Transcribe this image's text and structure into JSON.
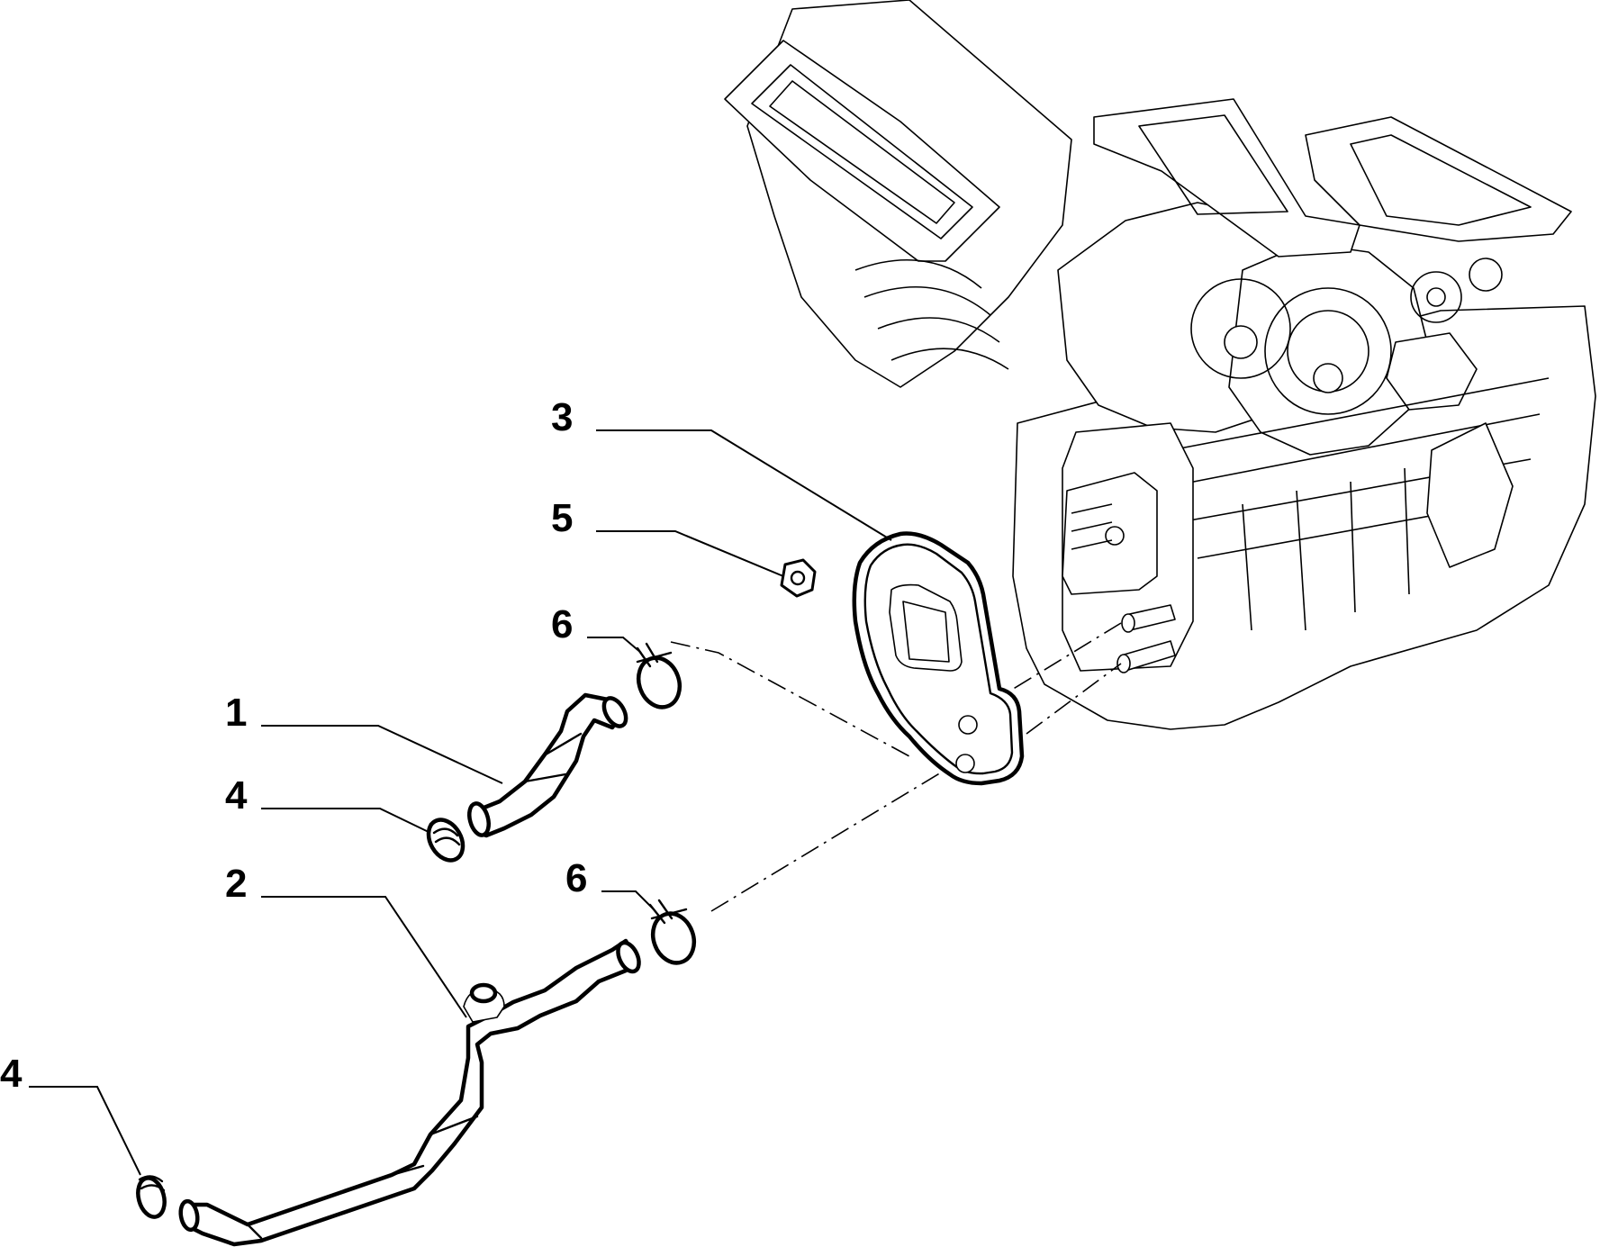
{
  "callouts": [
    {
      "id": "callout-1",
      "number": "1"
    },
    {
      "id": "callout-2",
      "number": "2"
    },
    {
      "id": "callout-3",
      "number": "3"
    },
    {
      "id": "callout-4a",
      "number": "4"
    },
    {
      "id": "callout-4b",
      "number": "4"
    },
    {
      "id": "callout-5",
      "number": "5"
    },
    {
      "id": "callout-6a",
      "number": "6"
    },
    {
      "id": "callout-6b",
      "number": "6"
    }
  ],
  "colors": {
    "line": "#000000",
    "background": "#ffffff"
  }
}
